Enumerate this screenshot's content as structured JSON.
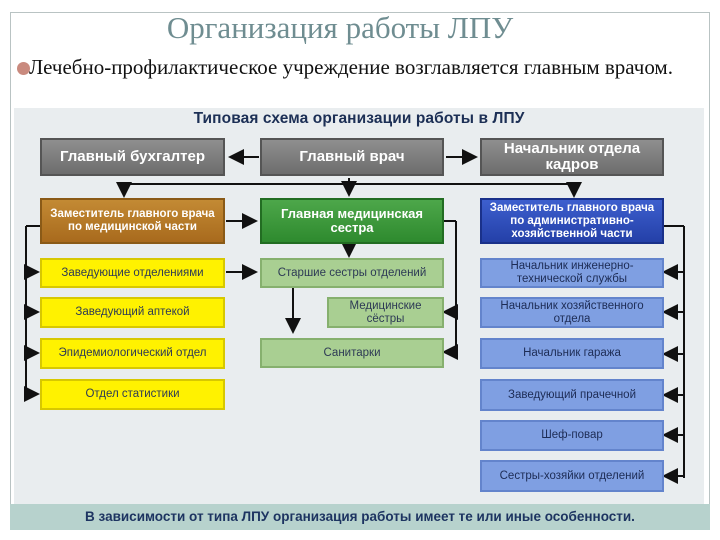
{
  "slide": {
    "title": "Организация работы ЛПУ",
    "bullet": "Лечебно-профилактическое учреждение возглавляется главным врачом.",
    "footer": "В зависимости от типа ЛПУ организация работы имеет те или иные особенности."
  },
  "scheme": {
    "title": "Типовая схема организации работы в ЛПУ",
    "top": {
      "chief_accountant": "Главный бухгалтер",
      "chief_doctor": "Главный врач",
      "hr_head": "Начальник отдела кадров"
    },
    "level2": {
      "deputy_medical": "Заместитель главного врача по медицинской части",
      "head_nurse": "Главная медицинская сестра",
      "deputy_admin": "Заместитель главного врача по административно-хозяйственной части"
    },
    "left_column": [
      "Заведующие отделениями",
      "Заведующий аптекой",
      "Эпидемиологический отдел",
      "Отдел статистики"
    ],
    "middle_column": [
      "Старшие сестры отделений",
      "Медицинские сёстры",
      "Санитарки"
    ],
    "right_column": [
      "Начальник инженерно-технической службы",
      "Начальник хозяйственного отдела",
      "Начальник гаража",
      "Заведующий прачечной",
      "Шеф-повар",
      "Сестры-хозяйки отделений"
    ]
  }
}
